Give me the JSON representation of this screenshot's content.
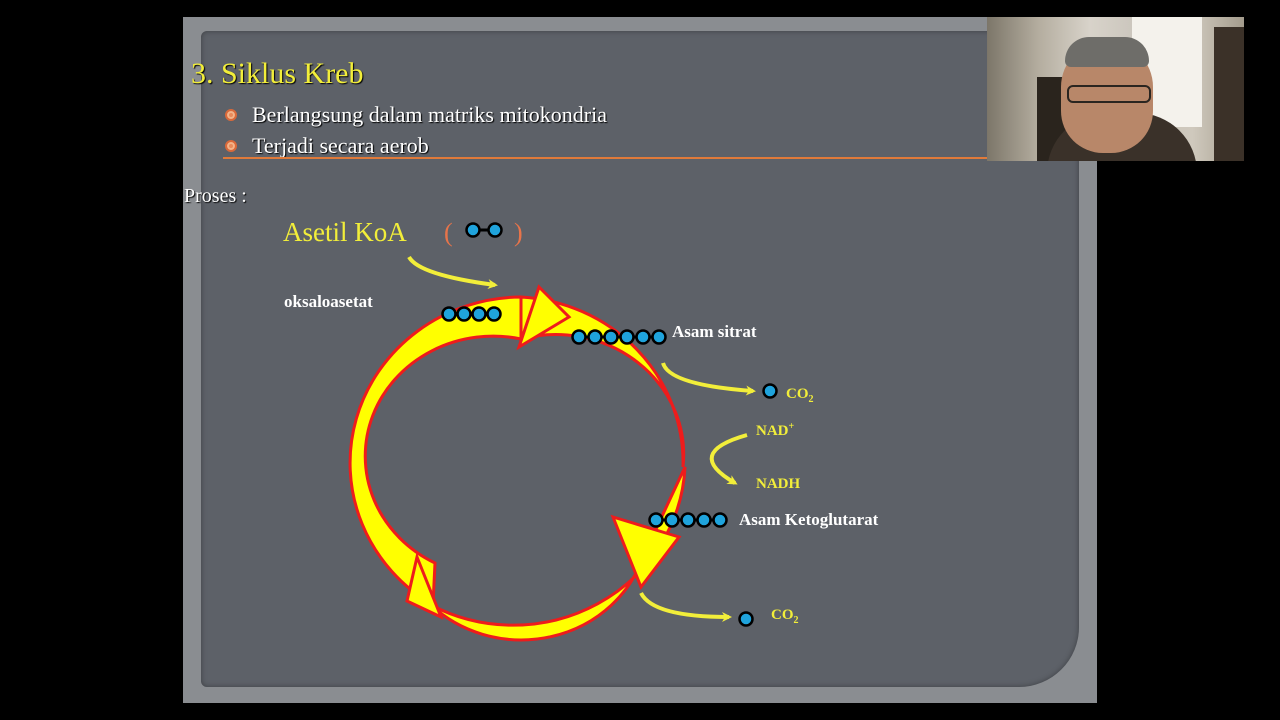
{
  "slide": {
    "title": "3. Siklus Kreb",
    "bullets": [
      "Berlangsung dalam matriks mitokondria",
      "Terjadi secara aerob"
    ],
    "proses_label": "Proses :"
  },
  "diagram": {
    "asetil_label": "Asetil KoA",
    "paren_open": "(",
    "paren_close": ")",
    "oksaloasetat_label": "oksaloasetat",
    "asam_sitrat_label": "Asam sitrat",
    "co2_label_1": "CO",
    "co2_sub_1": "2",
    "nad_label": "NAD",
    "nad_sup": "+",
    "nadh_label": "NADH",
    "asam_keto_label": "Asam Ketoglutarat",
    "co2_label_2": "CO",
    "co2_sub_2": "2",
    "molecule_counts": {
      "asetil_koa": 2,
      "oksaloasetat": 4,
      "asam_sitrat": 6,
      "asam_ketoglutarat": 5,
      "co2_first": 1,
      "co2_second": 1
    }
  },
  "colors": {
    "title": "#f2ee3a",
    "cycle_fill": "#ffff00",
    "cycle_stroke": "#ee1c1c",
    "molecule": "#1fa3dc",
    "bullet": "#e07a3a",
    "slide_bg": "#5d6168"
  }
}
